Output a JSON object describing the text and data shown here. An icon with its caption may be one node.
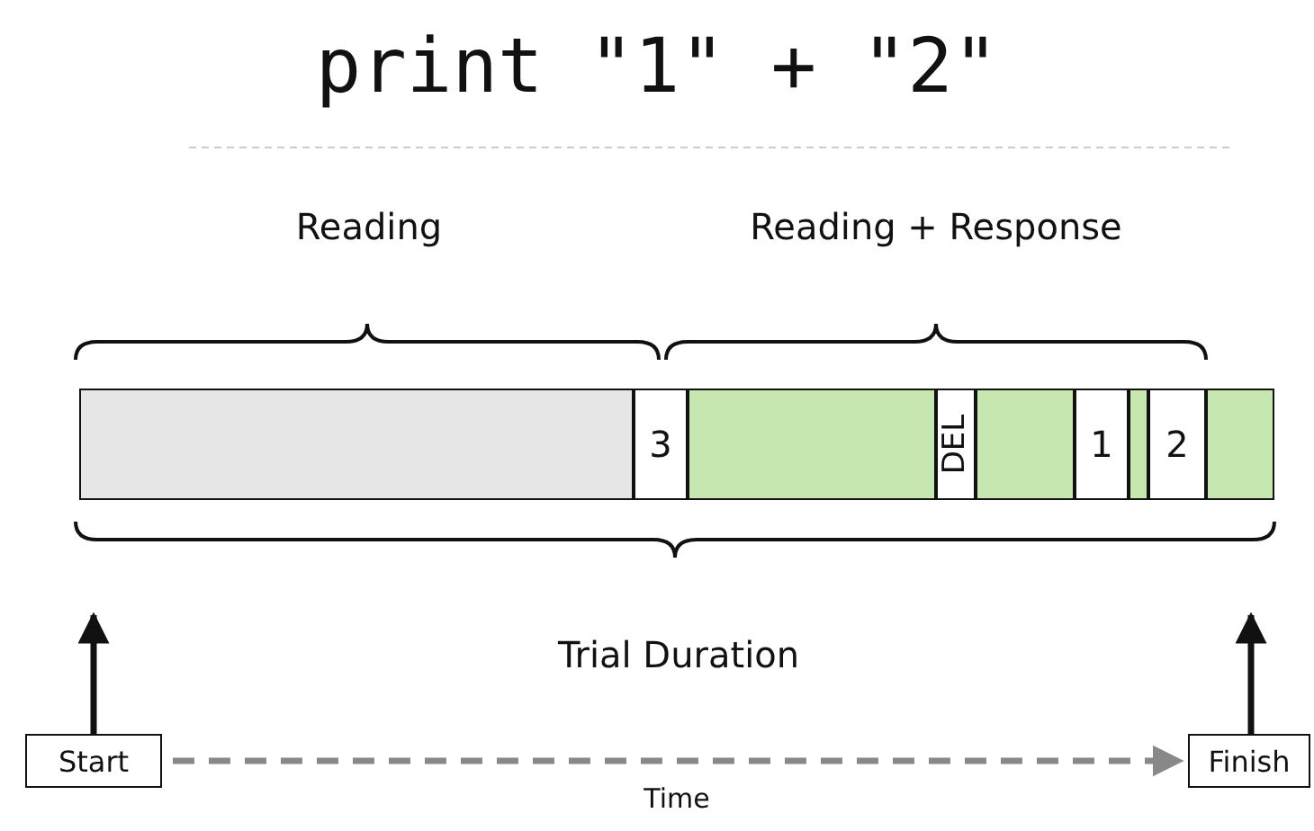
{
  "diagram": {
    "title": "print \"1\" + \"2\"",
    "nodes": [
      {
        "text": [],
        "shape": "box"
      },
      {
        "text": [
          "3"
        ]
      },
      {
        "text": [],
        "shape": "box"
      },
      {
        "text": [
          "DEL"
        ]
      },
      {
        "text": [],
        "shape": "box"
      },
      {
        "text": [
          "1"
        ]
      },
      {
        "text": [],
        "shape": "box"
      },
      {
        "text": [
          "2"
        ]
      },
      {
        "text": [],
        "shape": "box"
      },
      {
        "text": [
          "Start"
        ]
      },
      {
        "text": [
          "Finish"
        ]
      }
    ],
    "edges": [
      {
        "from": 9,
        "to": null,
        "arrow": "to"
      },
      {
        "from": 10,
        "to": null,
        "arrow": "to"
      },
      {
        "from": 9,
        "to": 10,
        "arrow": "to",
        "label": "Time",
        "style": "dashed",
        "color": "#888888"
      }
    ],
    "labels": [
      "Reading",
      "Reading + Response",
      "Trial Duration"
    ]
  }
}
